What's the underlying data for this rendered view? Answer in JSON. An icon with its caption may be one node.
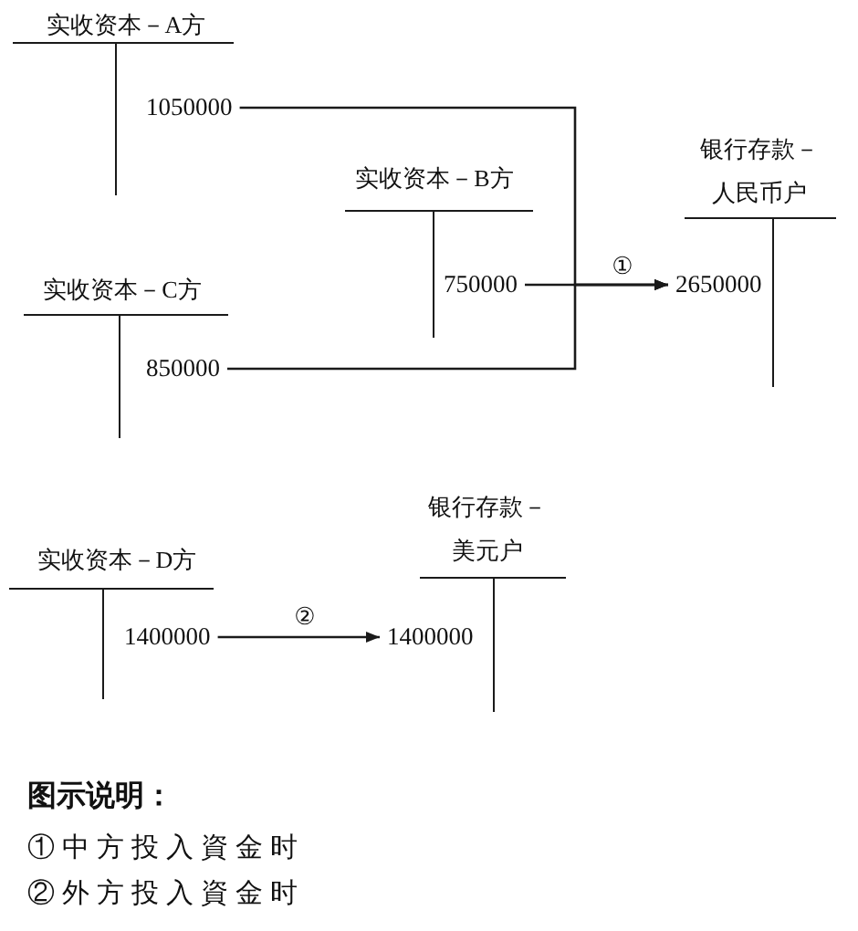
{
  "diagram": {
    "nodes": [
      {
        "text": [
          "实收资本－A方"
        ]
      },
      {
        "text": [
          "1050000"
        ],
        "in": 0
      },
      {
        "text": [
          "实收资本－B方"
        ]
      },
      {
        "text": [
          "750000"
        ],
        "in": 2
      },
      {
        "text": [
          "实收资本－C方"
        ]
      },
      {
        "text": [
          "850000"
        ],
        "in": 4
      },
      {
        "text": [
          "银行存款－人民币户"
        ]
      },
      {
        "text": [
          "2650000"
        ],
        "in": 6
      },
      {
        "text": [
          "实收资本－D方"
        ]
      },
      {
        "text": [
          "1400000"
        ],
        "in": 8
      },
      {
        "text": [
          "银行存款－美元户"
        ]
      },
      {
        "text": [
          "1400000"
        ],
        "in": 10
      }
    ],
    "edges": [
      {
        "from": 1,
        "to": 7,
        "arrow": "to"
      },
      {
        "from": 3,
        "to": 7,
        "arrow": "to",
        "label": "①"
      },
      {
        "from": 5,
        "to": 7,
        "arrow": "to"
      },
      {
        "from": 9,
        "to": 11,
        "arrow": "to",
        "label": "②"
      }
    ],
    "labels": [
      "图示说明：",
      "①中方投入資金时",
      "②外方投入資金时"
    ]
  }
}
